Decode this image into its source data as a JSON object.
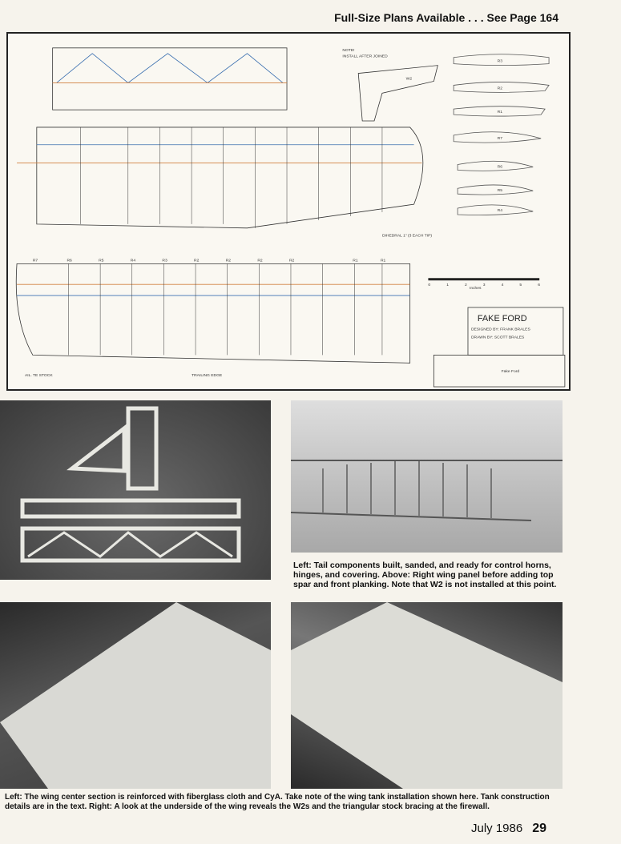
{
  "header": {
    "text": "Full-Size Plans Available . . . See Page 164"
  },
  "plan": {
    "title": "FAKE FORD",
    "designed_by": "DESIGNED BY: FRANK BRALES",
    "drawn_by": "DRAWN BY: SCOTT BRALES",
    "note": "NOTE!",
    "note_text": "INSTALL AFTER JOINED",
    "w2": "W2",
    "dihedral": "DIHEDRAL 1\" (3 EACH TIP)",
    "scale_label": "Inches",
    "scale_ticks": [
      "0",
      "1",
      "2",
      "3",
      "4",
      "5",
      "6"
    ],
    "ribs": [
      "R7",
      "R6",
      "R5",
      "R4",
      "R3",
      "R2",
      "R2",
      "R2",
      "R2",
      "R1",
      "R1"
    ],
    "rib_templates": [
      "R3",
      "R2",
      "R1",
      "R7",
      "R6",
      "R5",
      "R4"
    ],
    "trailing_edge": "TRAILING EDGE",
    "aileron": "AIL. TE STOCK",
    "project": "Fake Ford"
  },
  "captions": {
    "top_right": "Left: Tail components built, sanded, and ready for control horns, hinges, and covering. Above: Right wing panel before adding top spar and front planking. Note that W2 is not installed at this point.",
    "bottom": "Left: The wing center section is reinforced with fiberglass cloth and CyA. Take note of the wing tank installation shown here. Tank construction details are in the text. Right: A look at the underside of the wing reveals the W2s and the triangular stock bracing at the firewall."
  },
  "footer": {
    "date": "July 1986",
    "page": "29"
  }
}
